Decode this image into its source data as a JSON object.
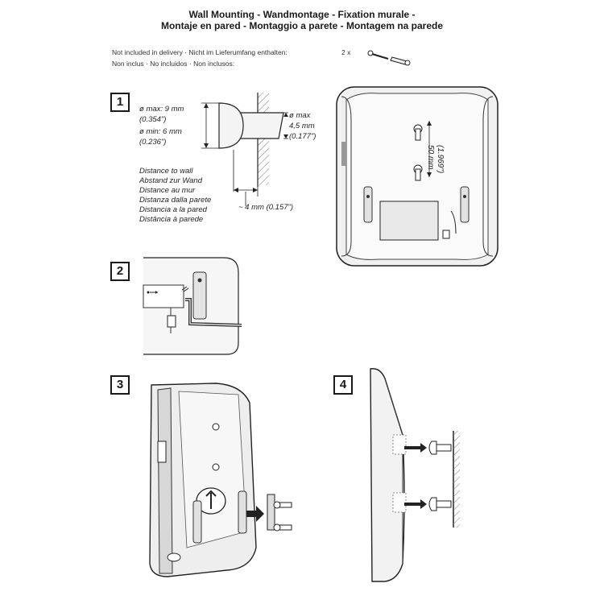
{
  "header": {
    "title_line1": "Wall Mounting - Wandmontage - Fixation murale -",
    "title_line2": "Montaje en pared - Montaggio a parete - Montagem na parede"
  },
  "note": {
    "line1": "Not included in delivery  · Nicht im Lieferumfang enthalten:",
    "line2": "Non inclus  · No incluidos  · Non inclusos:",
    "quantity": "2 x"
  },
  "step1": {
    "number": "1",
    "head_max": "ø max: 9 mm",
    "head_max_in": "(0.354\")",
    "head_min": "ø min: 6 mm",
    "head_min_in": "(0.236\")",
    "shaft_max": "ø max",
    "shaft_mm": "4,5 mm",
    "shaft_in": "(0.177\")",
    "distance_labels": [
      "Distance to wall",
      "Abstand zur Wand",
      "Distance au mur",
      "Distanza dalla parete",
      "Distancia a la pared",
      "Distância à parede"
    ],
    "distance_value": "~ 4 mm (0.157\")",
    "hole_distance": "50 mm",
    "hole_distance_in": "(1.969\")"
  },
  "step2": {
    "number": "2"
  },
  "step3": {
    "number": "3"
  },
  "step4": {
    "number": "4"
  },
  "icons": {
    "screw": "screw-icon",
    "dowel": "wall-plug-icon",
    "usb": "usb-icon",
    "power": "power-plug-icon",
    "arrow": "arrow-right-icon"
  }
}
